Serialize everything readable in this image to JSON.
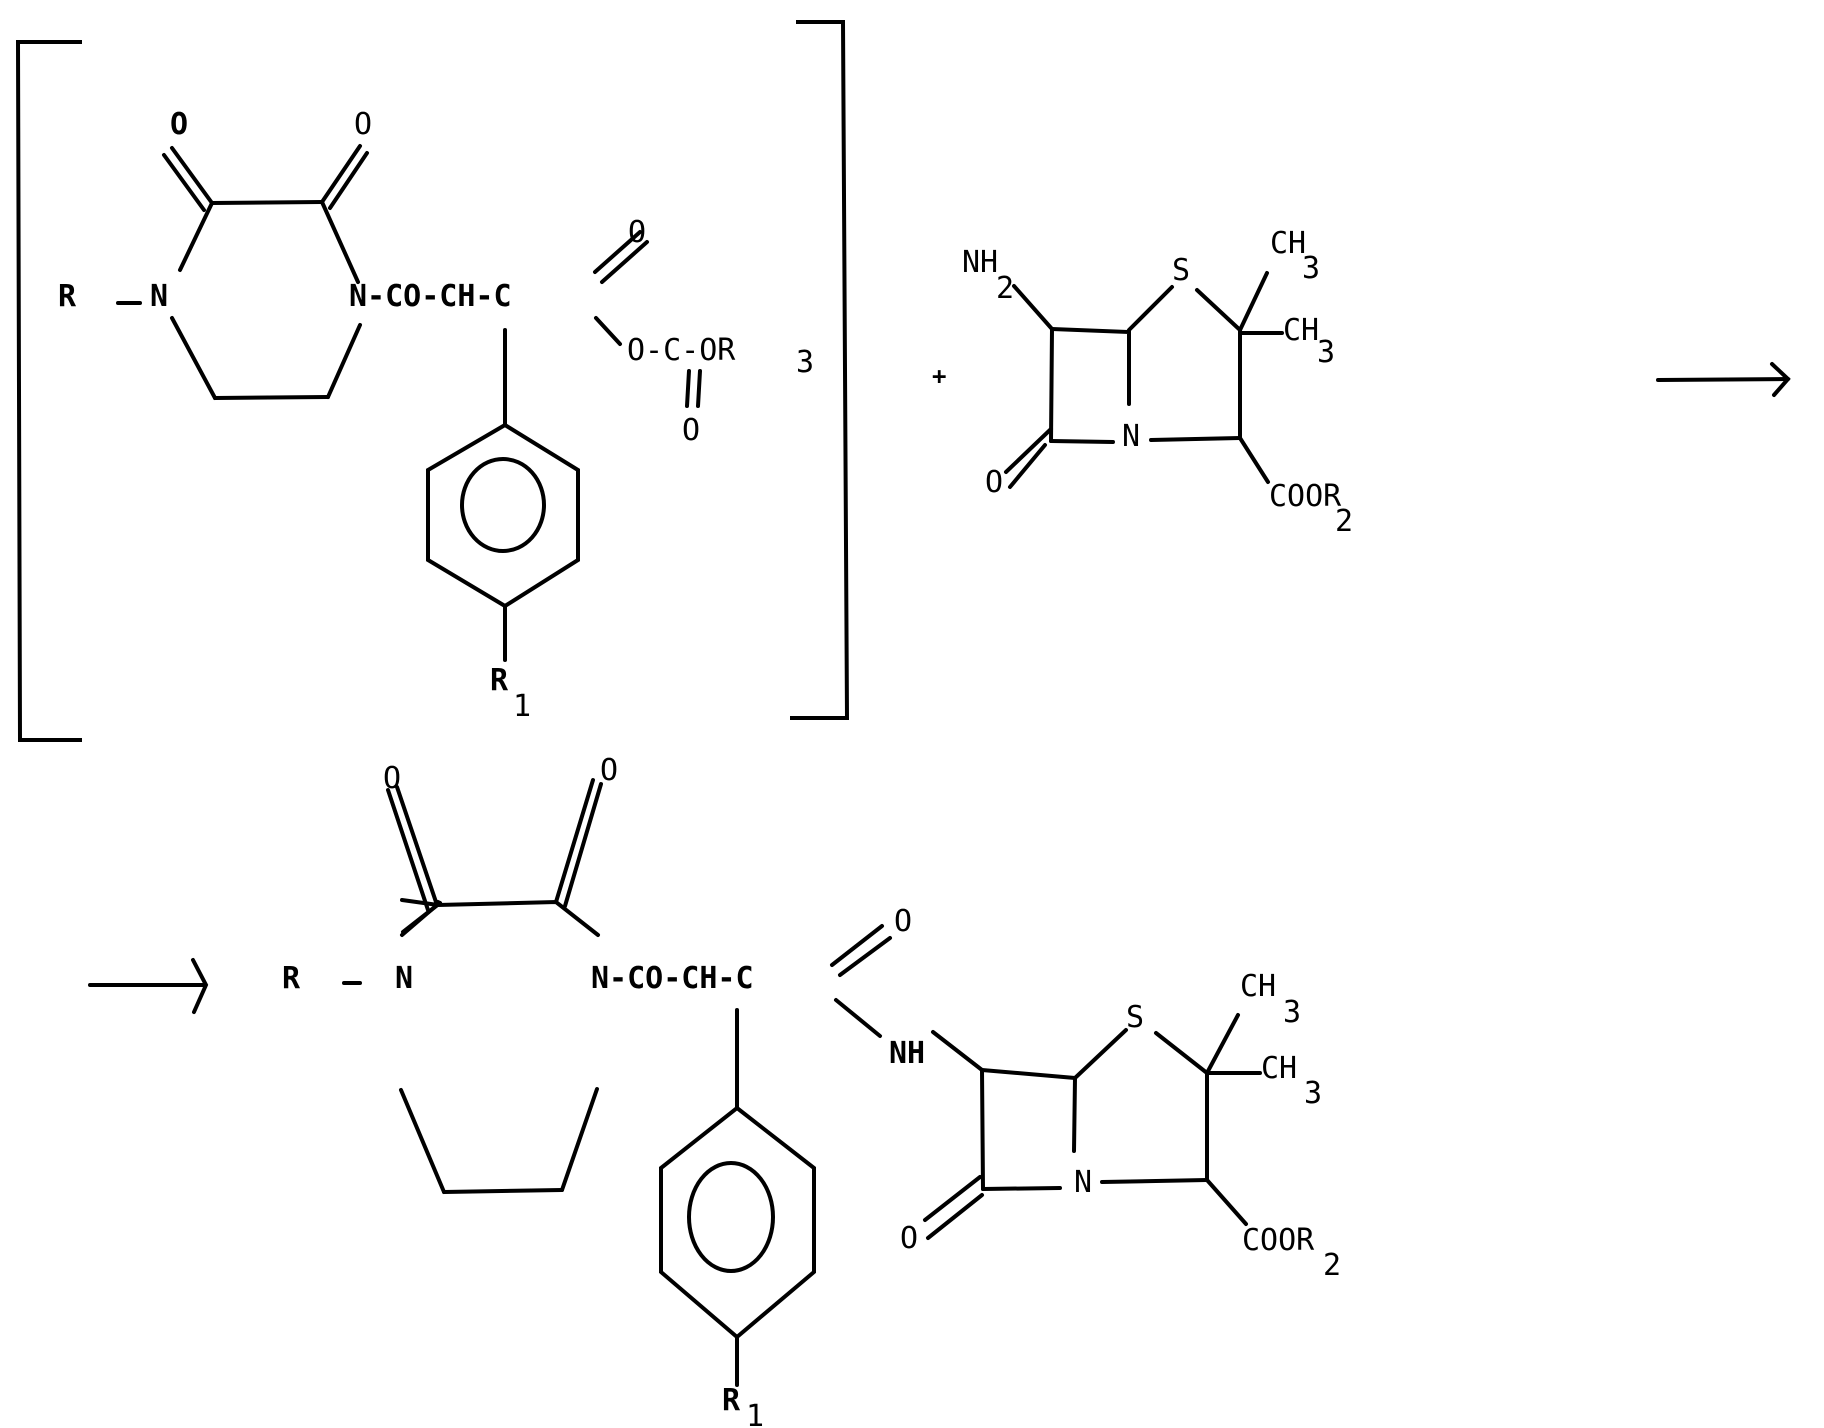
{
  "scheme": {
    "type": "chemical-reaction",
    "reactant_1": {
      "bracketed": true,
      "atoms": {
        "r_group": "R",
        "r_dash": "-",
        "n_left": "N",
        "n_right_chain": "N-CO-CH-C",
        "o_top_left": "O",
        "o_top_right": "O",
        "o_carbonyl": "O",
        "carbonate": "O-C-OR",
        "carbonate_sub": "3",
        "carbonate_o_bottom": "O",
        "r1": "R",
        "r1_sub": "1"
      }
    },
    "plus": "+",
    "reactant_2": {
      "atoms": {
        "nh2": "NH",
        "nh2_sub": "2",
        "s": "S",
        "n": "N",
        "o": "O",
        "ch3_top": "CH",
        "ch3_top_sub": "3",
        "ch3_bottom": "CH",
        "ch3_bottom_sub": "3",
        "coor2": "COOR",
        "coor2_sub": "2"
      }
    },
    "product": {
      "atoms": {
        "r_group": "R",
        "r_dash": "-",
        "n_left": "N",
        "n_right_chain": "N-CO-CH-C",
        "o_top_left": "O",
        "o_top_right": "O",
        "o_carbonyl": "O",
        "nh": "NH",
        "r1": "R",
        "r1_sub": "1",
        "s": "S",
        "n": "N",
        "o": "O",
        "ch3_top": "CH",
        "ch3_top_sub": "3",
        "ch3_bottom": "CH",
        "ch3_bottom_sub": "3",
        "coor2": "COOR",
        "coor2_sub": "2"
      }
    },
    "arrows": [
      "→",
      "→"
    ]
  }
}
